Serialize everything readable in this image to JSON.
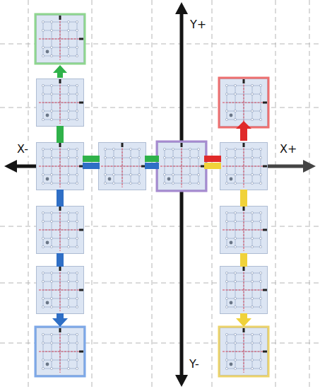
{
  "diagram": {
    "labels": [
      "Y+",
      "X-",
      "X+",
      "Y-"
    ]
  }
}
